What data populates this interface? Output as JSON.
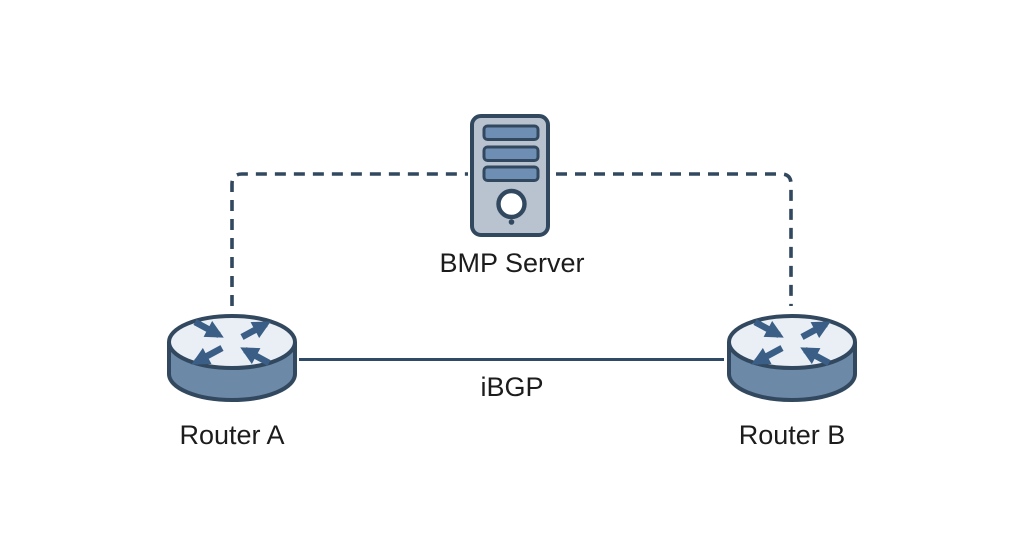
{
  "diagram": {
    "type": "network-topology",
    "nodes": [
      {
        "id": "bmp-server",
        "label": "BMP Server",
        "kind": "server",
        "icon": "server-icon"
      },
      {
        "id": "router-a",
        "label": "Router A",
        "kind": "router",
        "icon": "router-icon"
      },
      {
        "id": "router-b",
        "label": "Router B",
        "kind": "router",
        "icon": "router-icon"
      }
    ],
    "links": [
      {
        "from": "router-a",
        "to": "router-b",
        "label": "iBGP",
        "style": "solid"
      },
      {
        "from": "router-a",
        "to": "bmp-server",
        "label": "",
        "style": "dashed"
      },
      {
        "from": "router-b",
        "to": "bmp-server",
        "label": "",
        "style": "dashed"
      }
    ],
    "colors": {
      "background": "#ffffff",
      "outline_navy": "#31485f",
      "solid_link": "#2e4a66",
      "server_body": "#b9c2cf",
      "server_slat": "#6e8fb3",
      "router_top": "#e9eff5",
      "router_side": "#6d89a8",
      "arrow": "#3a5e86",
      "text": "#1c1c1c"
    }
  }
}
